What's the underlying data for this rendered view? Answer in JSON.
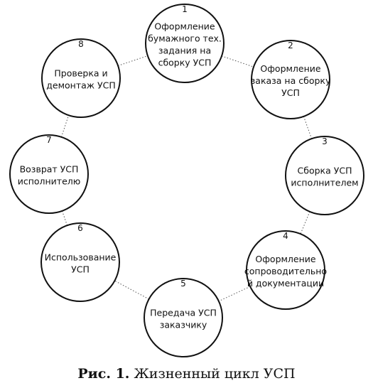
{
  "diagram": {
    "nodes": [
      {
        "number": "1",
        "lines": [
          "Оформление",
          "бумажного тех.",
          "задания на",
          "сборку УСП"
        ]
      },
      {
        "number": "2",
        "lines": [
          "Оформление",
          "заказа на сборку",
          "УСП"
        ]
      },
      {
        "number": "3",
        "lines": [
          "Сборка УСП",
          "исполнителем"
        ]
      },
      {
        "number": "4",
        "lines": [
          "Оформление",
          "сопроводительно",
          "й документации"
        ]
      },
      {
        "number": "5",
        "lines": [
          "Передача УСП",
          "заказчику"
        ]
      },
      {
        "number": "6",
        "lines": [
          "Использование",
          "УСП"
        ]
      },
      {
        "number": "7",
        "lines": [
          "Возврат УСП",
          "исполнителю"
        ]
      },
      {
        "number": "8",
        "lines": [
          "Проверка и",
          "демонтаж УСП"
        ]
      }
    ],
    "connectors": [
      [
        1,
        2
      ],
      [
        2,
        3
      ],
      [
        3,
        4
      ],
      [
        4,
        5
      ],
      [
        5,
        6
      ],
      [
        6,
        7
      ],
      [
        7,
        8
      ],
      [
        8,
        1
      ]
    ]
  },
  "caption": {
    "label": "Рис. 1.",
    "text": " Жизненный цикл УСП"
  }
}
